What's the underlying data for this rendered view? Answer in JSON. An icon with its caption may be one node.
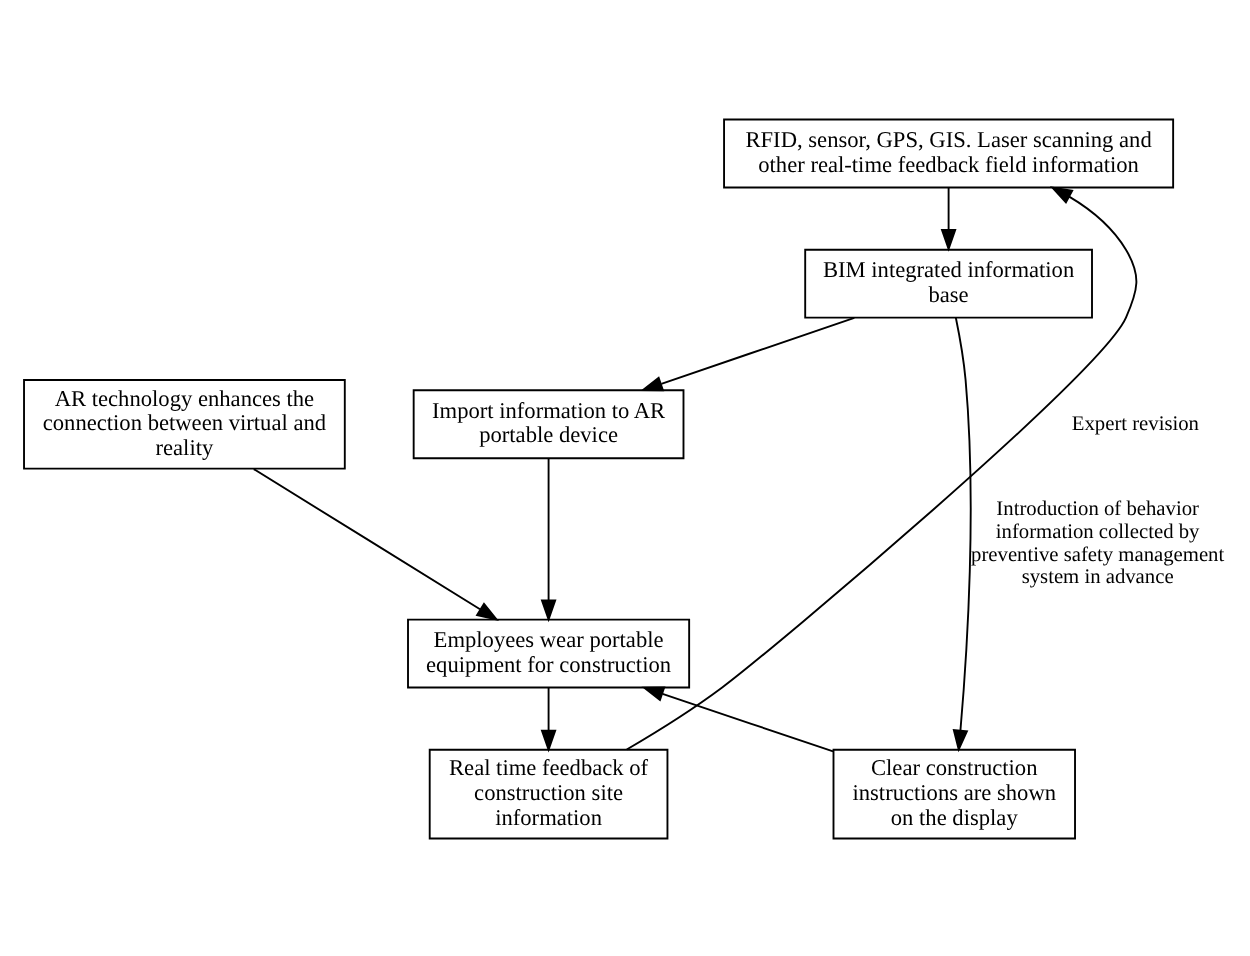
{
  "diagram": {
    "nodes": [
      {
        "text": [
          "RFID, sensor, GPS, GIS. Laser scanning and other real-time feedback field information"
        ]
      },
      {
        "text": [
          "BIM integrated information base"
        ]
      },
      {
        "text": [
          "Import information to AR portable device"
        ]
      },
      {
        "text": [
          "Employees wear portable equipment for construction"
        ]
      },
      {
        "text": [
          "Real time feedback of construction site information"
        ]
      },
      {
        "text": [
          "AR technology enhances the connection between virtual and reality"
        ]
      },
      {
        "text": [
          "Clear construction instructions are shown on the display"
        ]
      }
    ],
    "edges": [
      {
        "from": 0,
        "to": 1,
        "arrow": "to"
      },
      {
        "from": 1,
        "to": 2,
        "arrow": "to"
      },
      {
        "from": 2,
        "to": 3,
        "arrow": "to"
      },
      {
        "from": 3,
        "to": 4,
        "arrow": "to"
      },
      {
        "from": 4,
        "to": 0,
        "arrow": "to",
        "label": "Expert revision"
      },
      {
        "from": 1,
        "to": 6,
        "arrow": "to",
        "label": "Introduction of behavior information collected by preventive safety management system in advance"
      },
      {
        "from": 5,
        "to": 3,
        "arrow": "to"
      },
      {
        "from": 6,
        "to": 3,
        "arrow": "to"
      }
    ]
  }
}
